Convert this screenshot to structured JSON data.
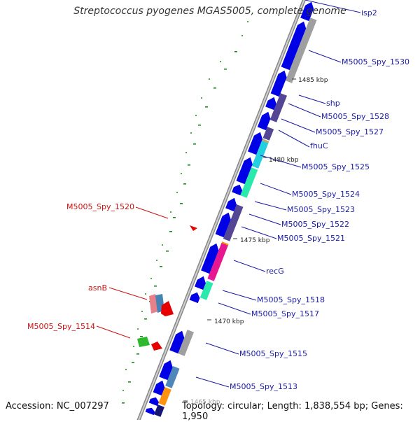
{
  "title": "Streptococcus pyogenes MGAS5005, complete genome",
  "footer": {
    "accession": "Accession: NC_007297",
    "summary": "Topology: circular; Length: 1,838,554 bp; Genes: 1,950"
  },
  "ticks": [
    "1485 kbp",
    "1480 kbp",
    "1475 kbp",
    "1470 kbp",
    "1465 kbp"
  ],
  "right_labels": [
    "isp2",
    "M5005_Spy_1530",
    "shp",
    "M5005_Spy_1528",
    "M5005_Spy_1527",
    "fhuC",
    "M5005_Spy_1525",
    "M5005_Spy_1524",
    "M5005_Spy_1523",
    "M5005_Spy_1522",
    "M5005_Spy_1521",
    "recG",
    "M5005_Spy_1518",
    "M5005_Spy_1517",
    "M5005_Spy_1515",
    "M5005_Spy_1513"
  ],
  "left_labels": [
    "M5005_Spy_1520",
    "asnB",
    "M5005_Spy_1514"
  ],
  "colors": {
    "forward_gene": "#0000e6",
    "reverse_gene": "#e60000",
    "backbone": "#888888",
    "right_label": "#1a1aa6",
    "left_label": "#cc1111",
    "cog_gray": "#9a9a9a",
    "cog_purple": "#4b3c8e",
    "cog_tan": "#b8a86c",
    "cog_cyan": "#19d2e6",
    "cog_teal": "#1de9a8",
    "cog_orange": "#ff8c00",
    "cog_pink": "#e6119a",
    "cog_steel": "#4682b4",
    "cog_green": "#2eb82e",
    "cog_rose": "#e8808a",
    "cog_navy": "#0a0a6e",
    "gc_dots": "#1a8a1a"
  }
}
